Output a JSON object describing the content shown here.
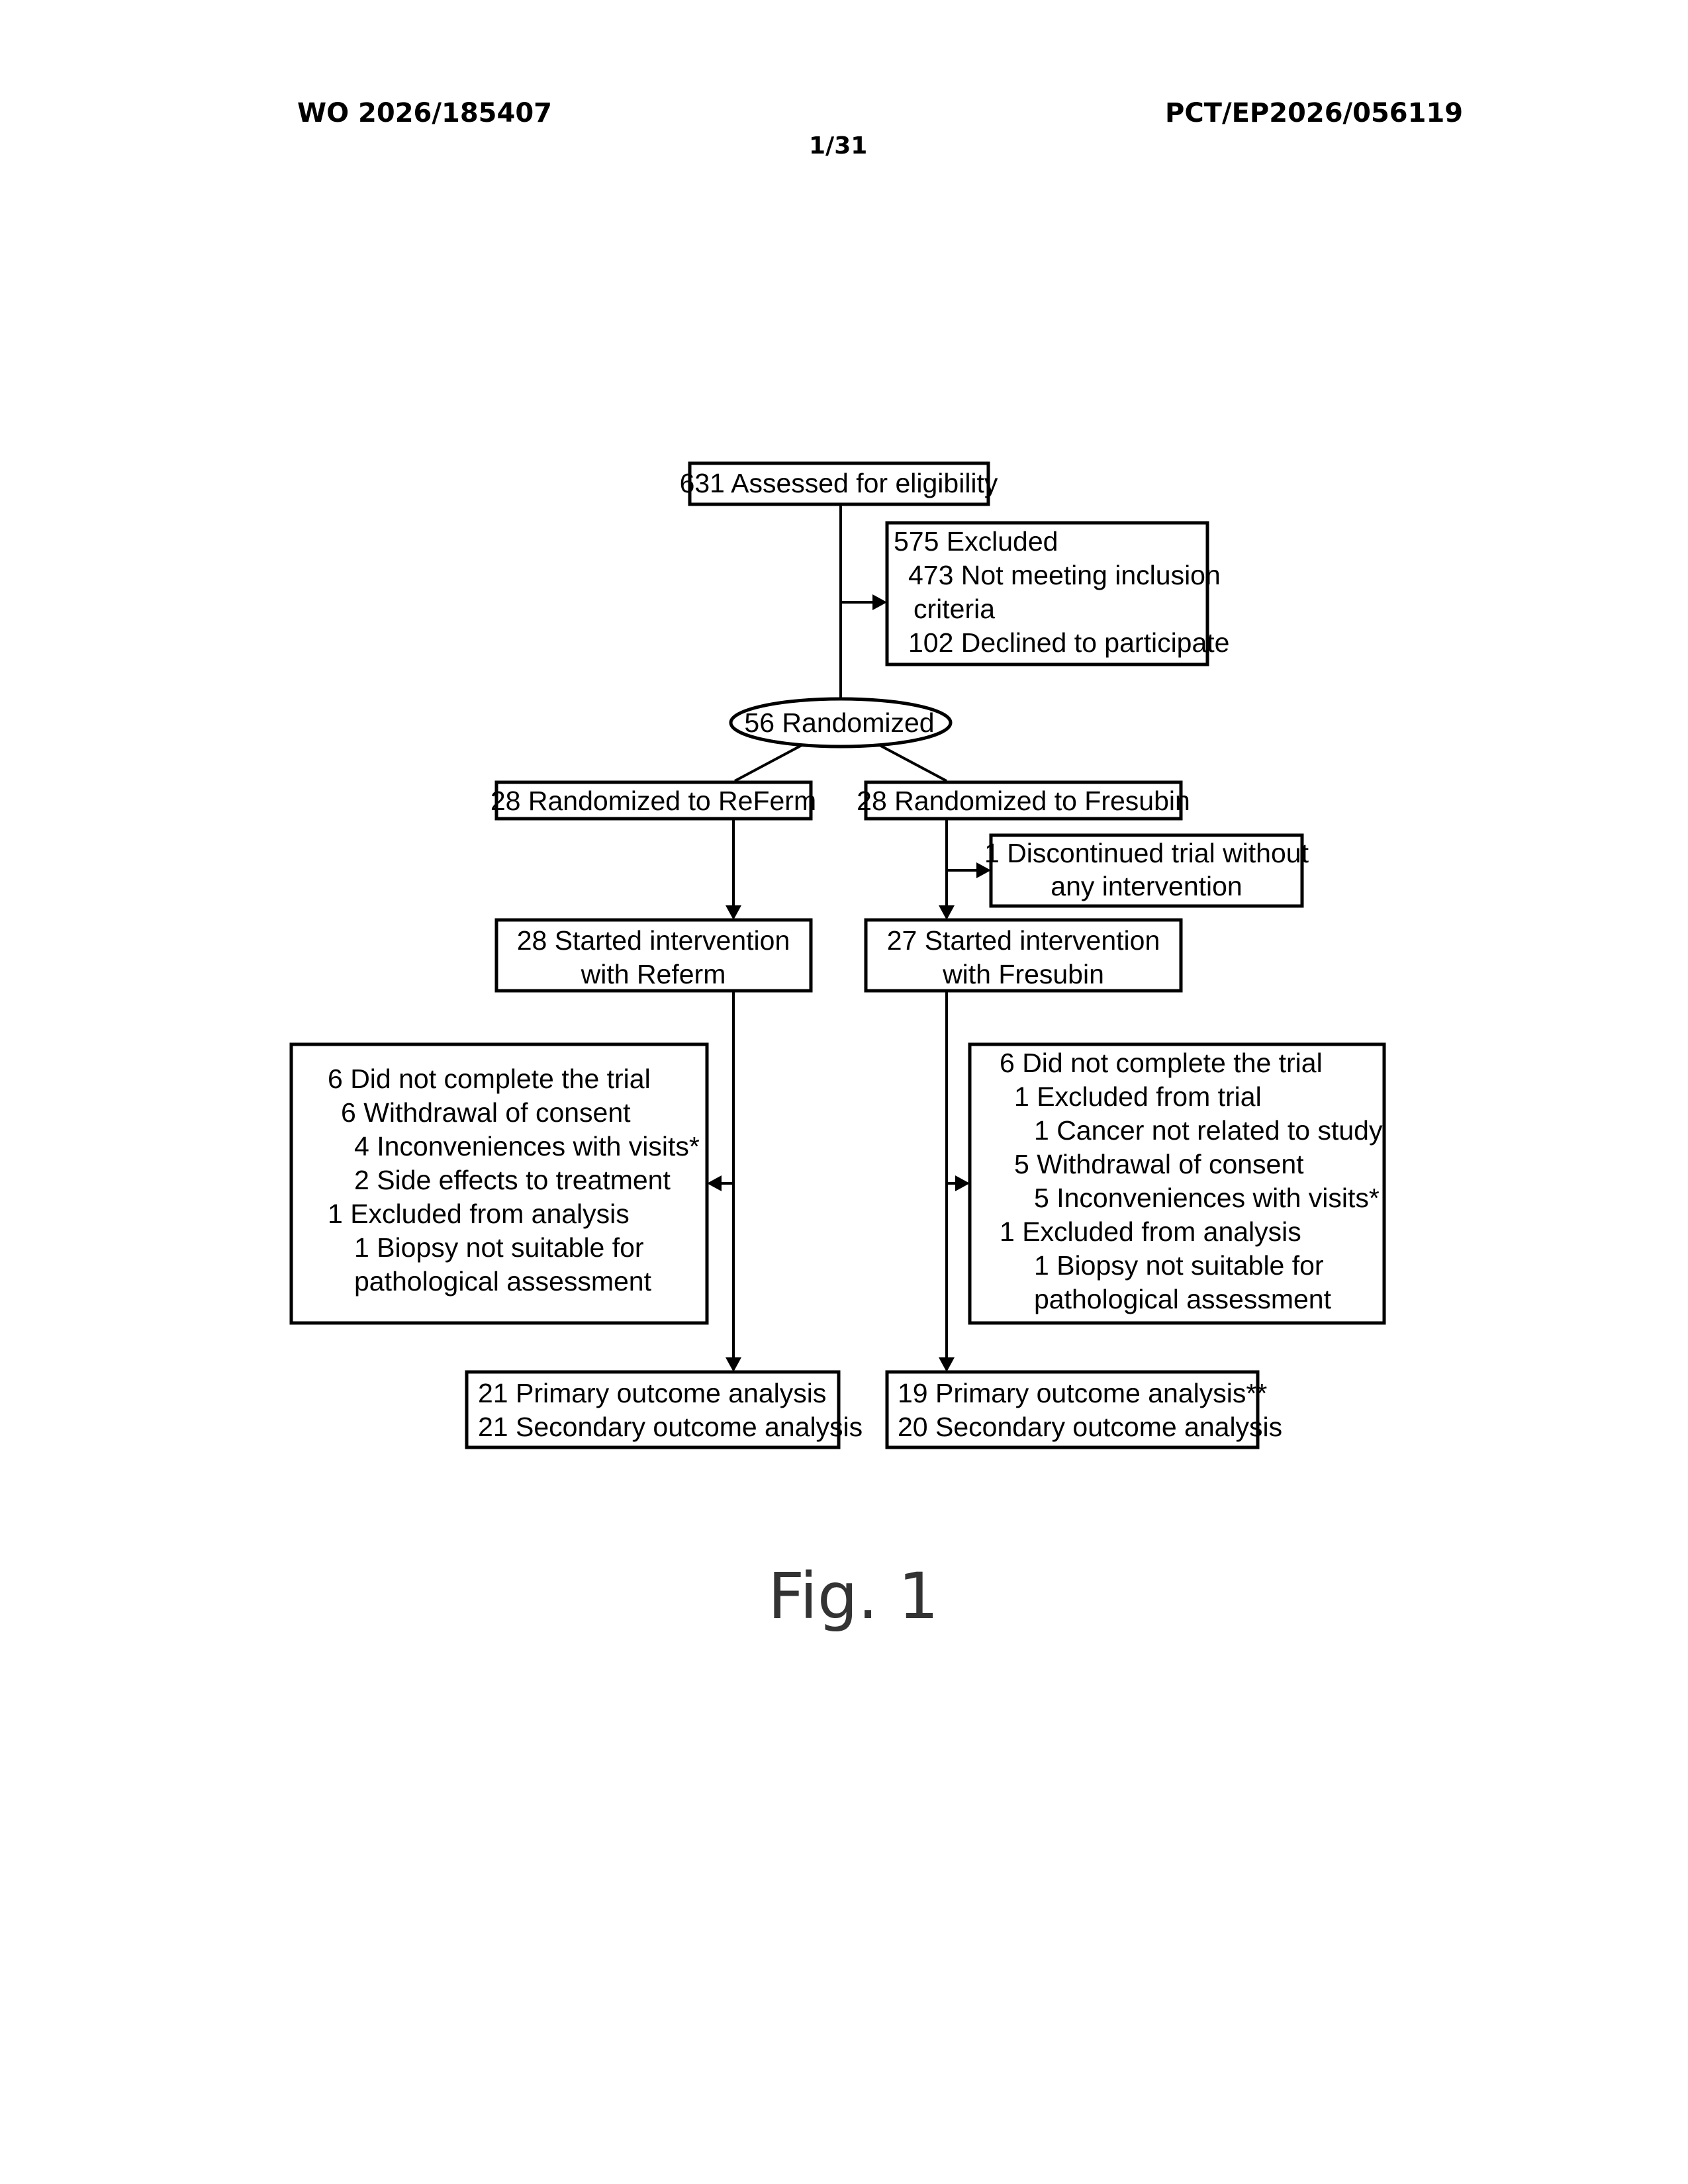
{
  "header": {
    "publication_number": "WO 2026/185407",
    "application_number": "PCT/EP2026/056119",
    "sheet": "1/31"
  },
  "flowchart": {
    "assessed": "631 Assessed for eligibility",
    "excluded": {
      "title": "575 Excluded",
      "line1": "473 Not meeting inclusion",
      "line2": "criteria",
      "line3": "102 Declined to participate"
    },
    "randomized": "56 Randomized",
    "arm_referm": {
      "randomized": "28 Randomized to ReFerm",
      "started_l1": "28 Started intervention",
      "started_l2": "with Referm",
      "dropout": [
        "6 Did not complete the trial",
        "6 Withdrawal of consent",
        "4 Inconveniences with visits*",
        "2 Side effects to treatment",
        "1 Excluded from analysis",
        "1 Biopsy not suitable for",
        "pathological assessment"
      ],
      "outcome_l1": "21 Primary outcome analysis",
      "outcome_l2": "21 Secondary outcome analysis"
    },
    "arm_fresubin": {
      "randomized": "28 Randomized to Fresubin",
      "discontinued_l1": "1 Discontinued trial without",
      "discontinued_l2": "any intervention",
      "started_l1": "27 Started intervention",
      "started_l2": "with Fresubin",
      "dropout": [
        "6 Did not complete the trial",
        "1 Excluded from trial",
        "1 Cancer not related to study",
        "5 Withdrawal of consent",
        "5 Inconveniences with visits*",
        "1 Excluded from analysis",
        "1 Biopsy not suitable for",
        "pathological assessment"
      ],
      "outcome_l1": "19 Primary outcome analysis**",
      "outcome_l2": "20 Secondary outcome analysis"
    }
  },
  "figure_label": "Fig. 1"
}
